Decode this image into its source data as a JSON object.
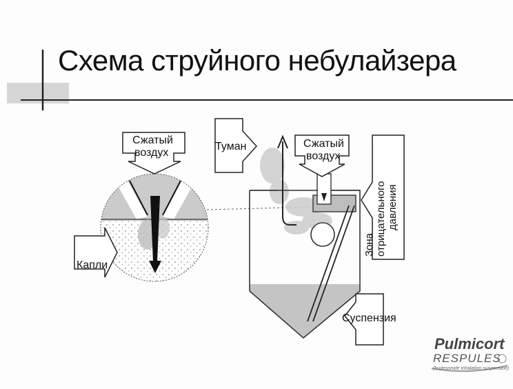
{
  "slide": {
    "title": "Схема струйного небулайзера"
  },
  "left_diagram": {
    "compressed_air_line1": "Сжатый",
    "compressed_air_line2": "воздух",
    "droplets": "Капли"
  },
  "right_diagram": {
    "mist": "Туман",
    "compressed_air_line1": "Сжатый",
    "compressed_air_line2": "воздух",
    "negative_pressure_zone_line1": "Зона отрицательного",
    "negative_pressure_zone_line2": "давления",
    "suspension": "Суспензия"
  },
  "logo": {
    "brand": "Pulmicort",
    "product": "RESPULES",
    "tagline": "(budesonide inhalation suspension)"
  },
  "colors": {
    "gray_fill": "#c8c8c8",
    "line": "#111111",
    "mist": "#cfcfcf"
  }
}
